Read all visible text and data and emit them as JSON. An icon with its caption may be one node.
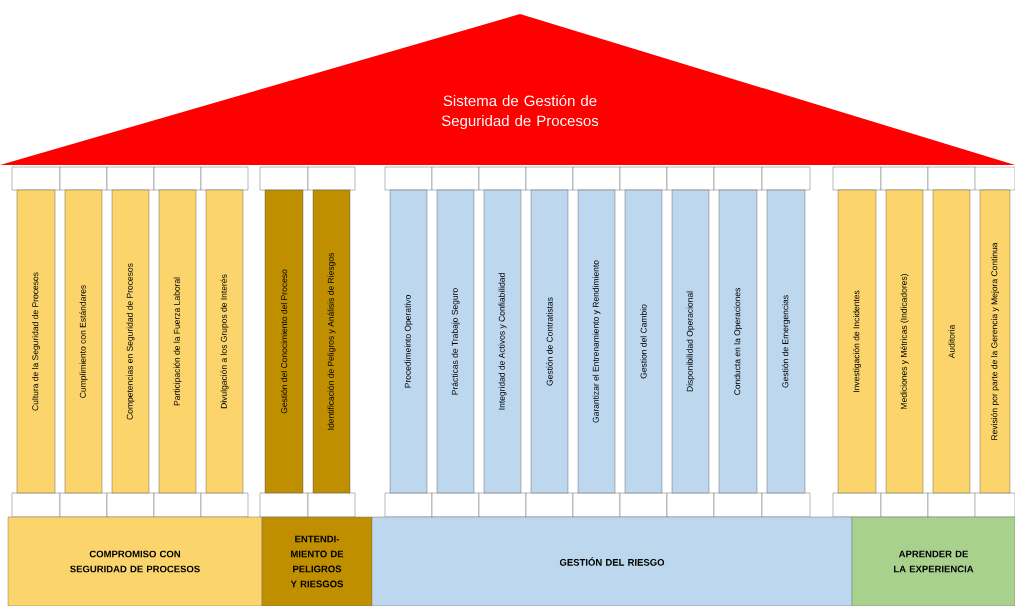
{
  "diagram": {
    "nodes": [
      {
        "text": [
          "Sistema de Gestión de Seguridad de Procesos"
        ]
      },
      {
        "text": [
          "Cultura de la Seguridad de Procesos"
        ]
      },
      {
        "text": [
          "Cumplimiento con Estándares"
        ]
      },
      {
        "text": [
          "Competencias en Seguridad de Procesos"
        ]
      },
      {
        "text": [
          "Participación de la Fuerza Laboral"
        ]
      },
      {
        "text": [
          "Divulgación a los Grupos de Interés"
        ]
      },
      {
        "text": [
          "Gestión del Conocimiento del Proceso"
        ]
      },
      {
        "text": [
          "Identificación de Peligros y Análisis de Riesgos"
        ]
      },
      {
        "text": [
          "Procedimeinto Operativo"
        ]
      },
      {
        "text": [
          "Prácticas de Trabajo Seguro"
        ]
      },
      {
        "text": [
          "Integridad de Activos y Confiabilidad"
        ]
      },
      {
        "text": [
          "Gestión de Contratistas"
        ]
      },
      {
        "text": [
          "Garantizar el Entrenamiento y Rendimiento"
        ]
      },
      {
        "text": [
          "Gestion del Cambio"
        ]
      },
      {
        "text": [
          "Disponibilidad Operacional"
        ]
      },
      {
        "text": [
          "Conducta en la Operaciones"
        ]
      },
      {
        "text": [
          "Gestión de Emergencias"
        ]
      },
      {
        "text": [
          "Investigación de Incidentes"
        ]
      },
      {
        "text": [
          "Mediciones y Métricas (Indicadores)"
        ]
      },
      {
        "text": [
          "Auditoria"
        ]
      },
      {
        "text": [
          "Revisión por parte de la Gerencia y Mejora Continua"
        ]
      },
      {
        "text": [
          "COMPROMISO CON SEGURIDAD DE PROCESOS"
        ]
      },
      {
        "text": [
          "ENTENDI- MIENTO DE PELIGROS Y RIESGOS"
        ]
      },
      {
        "text": [
          "GESTIÓN DEL RIESGO"
        ]
      },
      {
        "text": [
          "APRENDER DE LA EXPERIENCIA"
        ]
      }
    ]
  }
}
